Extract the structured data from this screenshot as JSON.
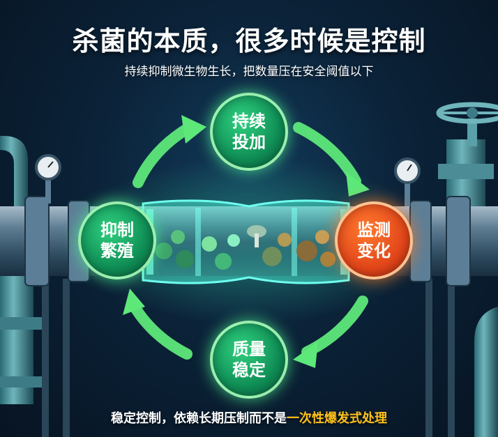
{
  "header": {
    "title": "杀菌的本质，很多时候是控制",
    "subtitle": "持续抑制微生物生长，把数量压在安全阈值以下"
  },
  "cycle": {
    "nodes": [
      {
        "id": "top",
        "line1": "持续",
        "line2": "投加",
        "color": "#1fb26a"
      },
      {
        "id": "right",
        "line1": "监测",
        "line2": "变化",
        "color": "#e8501f"
      },
      {
        "id": "bottom",
        "line1": "质量",
        "line2": "稳定",
        "color": "#1fb26a"
      },
      {
        "id": "left",
        "line1": "抑制",
        "line2": "繁殖",
        "color": "#1fb26a"
      }
    ],
    "arrow_color": "#5ee87a"
  },
  "footer": {
    "caption_normal": "稳定控制，依赖长期压制而不是",
    "caption_highlight": "一次性爆发式处理",
    "highlight_color": "#ffc21a"
  },
  "icons": [
    "pressure-gauge-icon",
    "valve-wheel-icon"
  ]
}
